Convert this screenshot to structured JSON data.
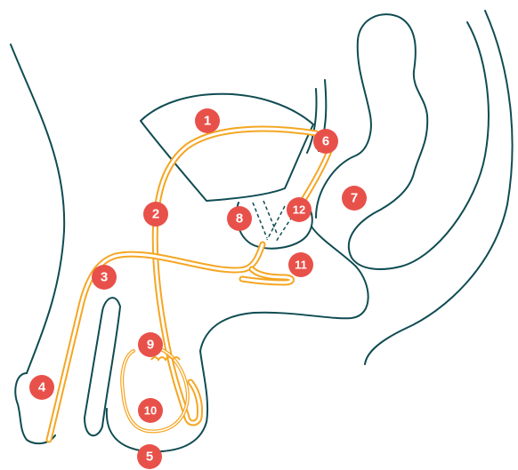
{
  "diagram": {
    "colors": {
      "outline": "#0f4c52",
      "duct": "#f5a623",
      "badge": "#e8514a",
      "badge_text": "#ffffff"
    },
    "labels": [
      "1",
      "2",
      "3",
      "4",
      "5",
      "6",
      "7",
      "8",
      "9",
      "10",
      "11",
      "12"
    ]
  }
}
